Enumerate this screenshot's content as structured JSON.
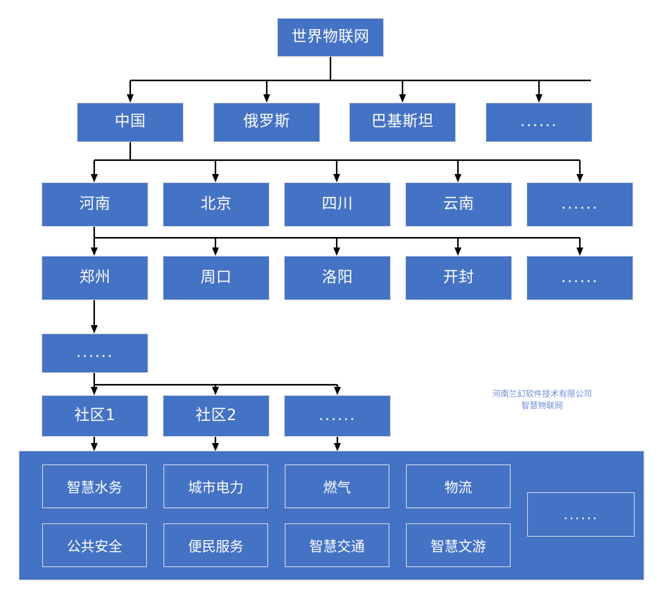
{
  "diagram": {
    "title": "世界物联网",
    "ellipsis": "......",
    "levels": {
      "root": {
        "label": "世界物联网"
      },
      "countries": [
        {
          "label": "中国"
        },
        {
          "label": "俄罗斯"
        },
        {
          "label": "巴基斯坦"
        },
        {
          "label": "......"
        }
      ],
      "provinces": [
        {
          "label": "河南"
        },
        {
          "label": "北京"
        },
        {
          "label": "四川"
        },
        {
          "label": "云南"
        },
        {
          "label": "......"
        }
      ],
      "cities": [
        {
          "label": "郑州"
        },
        {
          "label": "周口"
        },
        {
          "label": "洛阳"
        },
        {
          "label": "开封"
        },
        {
          "label": "......"
        }
      ],
      "districts": [
        {
          "label": "......"
        }
      ],
      "communities": [
        {
          "label": "社区1"
        },
        {
          "label": "社区2"
        },
        {
          "label": "......"
        }
      ],
      "services_row1": [
        {
          "label": "智慧水务"
        },
        {
          "label": "城市电力"
        },
        {
          "label": "燃气"
        },
        {
          "label": "物流"
        }
      ],
      "services_row2": [
        {
          "label": "公共安全"
        },
        {
          "label": "便民服务"
        },
        {
          "label": "智慧交通"
        },
        {
          "label": "智慧文游"
        }
      ],
      "services_more": {
        "label": "......"
      }
    },
    "watermark": {
      "line1": "河南兰幻软件技术有限公司",
      "line2": "智慧物联网"
    },
    "colors": {
      "node_fill": "#4472C4",
      "node_border": "#CFD4DA",
      "node_text": "#FFFFFF",
      "connector": "#000000",
      "watermark_text": "#6F8FD4",
      "background": "#FFFFFF"
    }
  }
}
